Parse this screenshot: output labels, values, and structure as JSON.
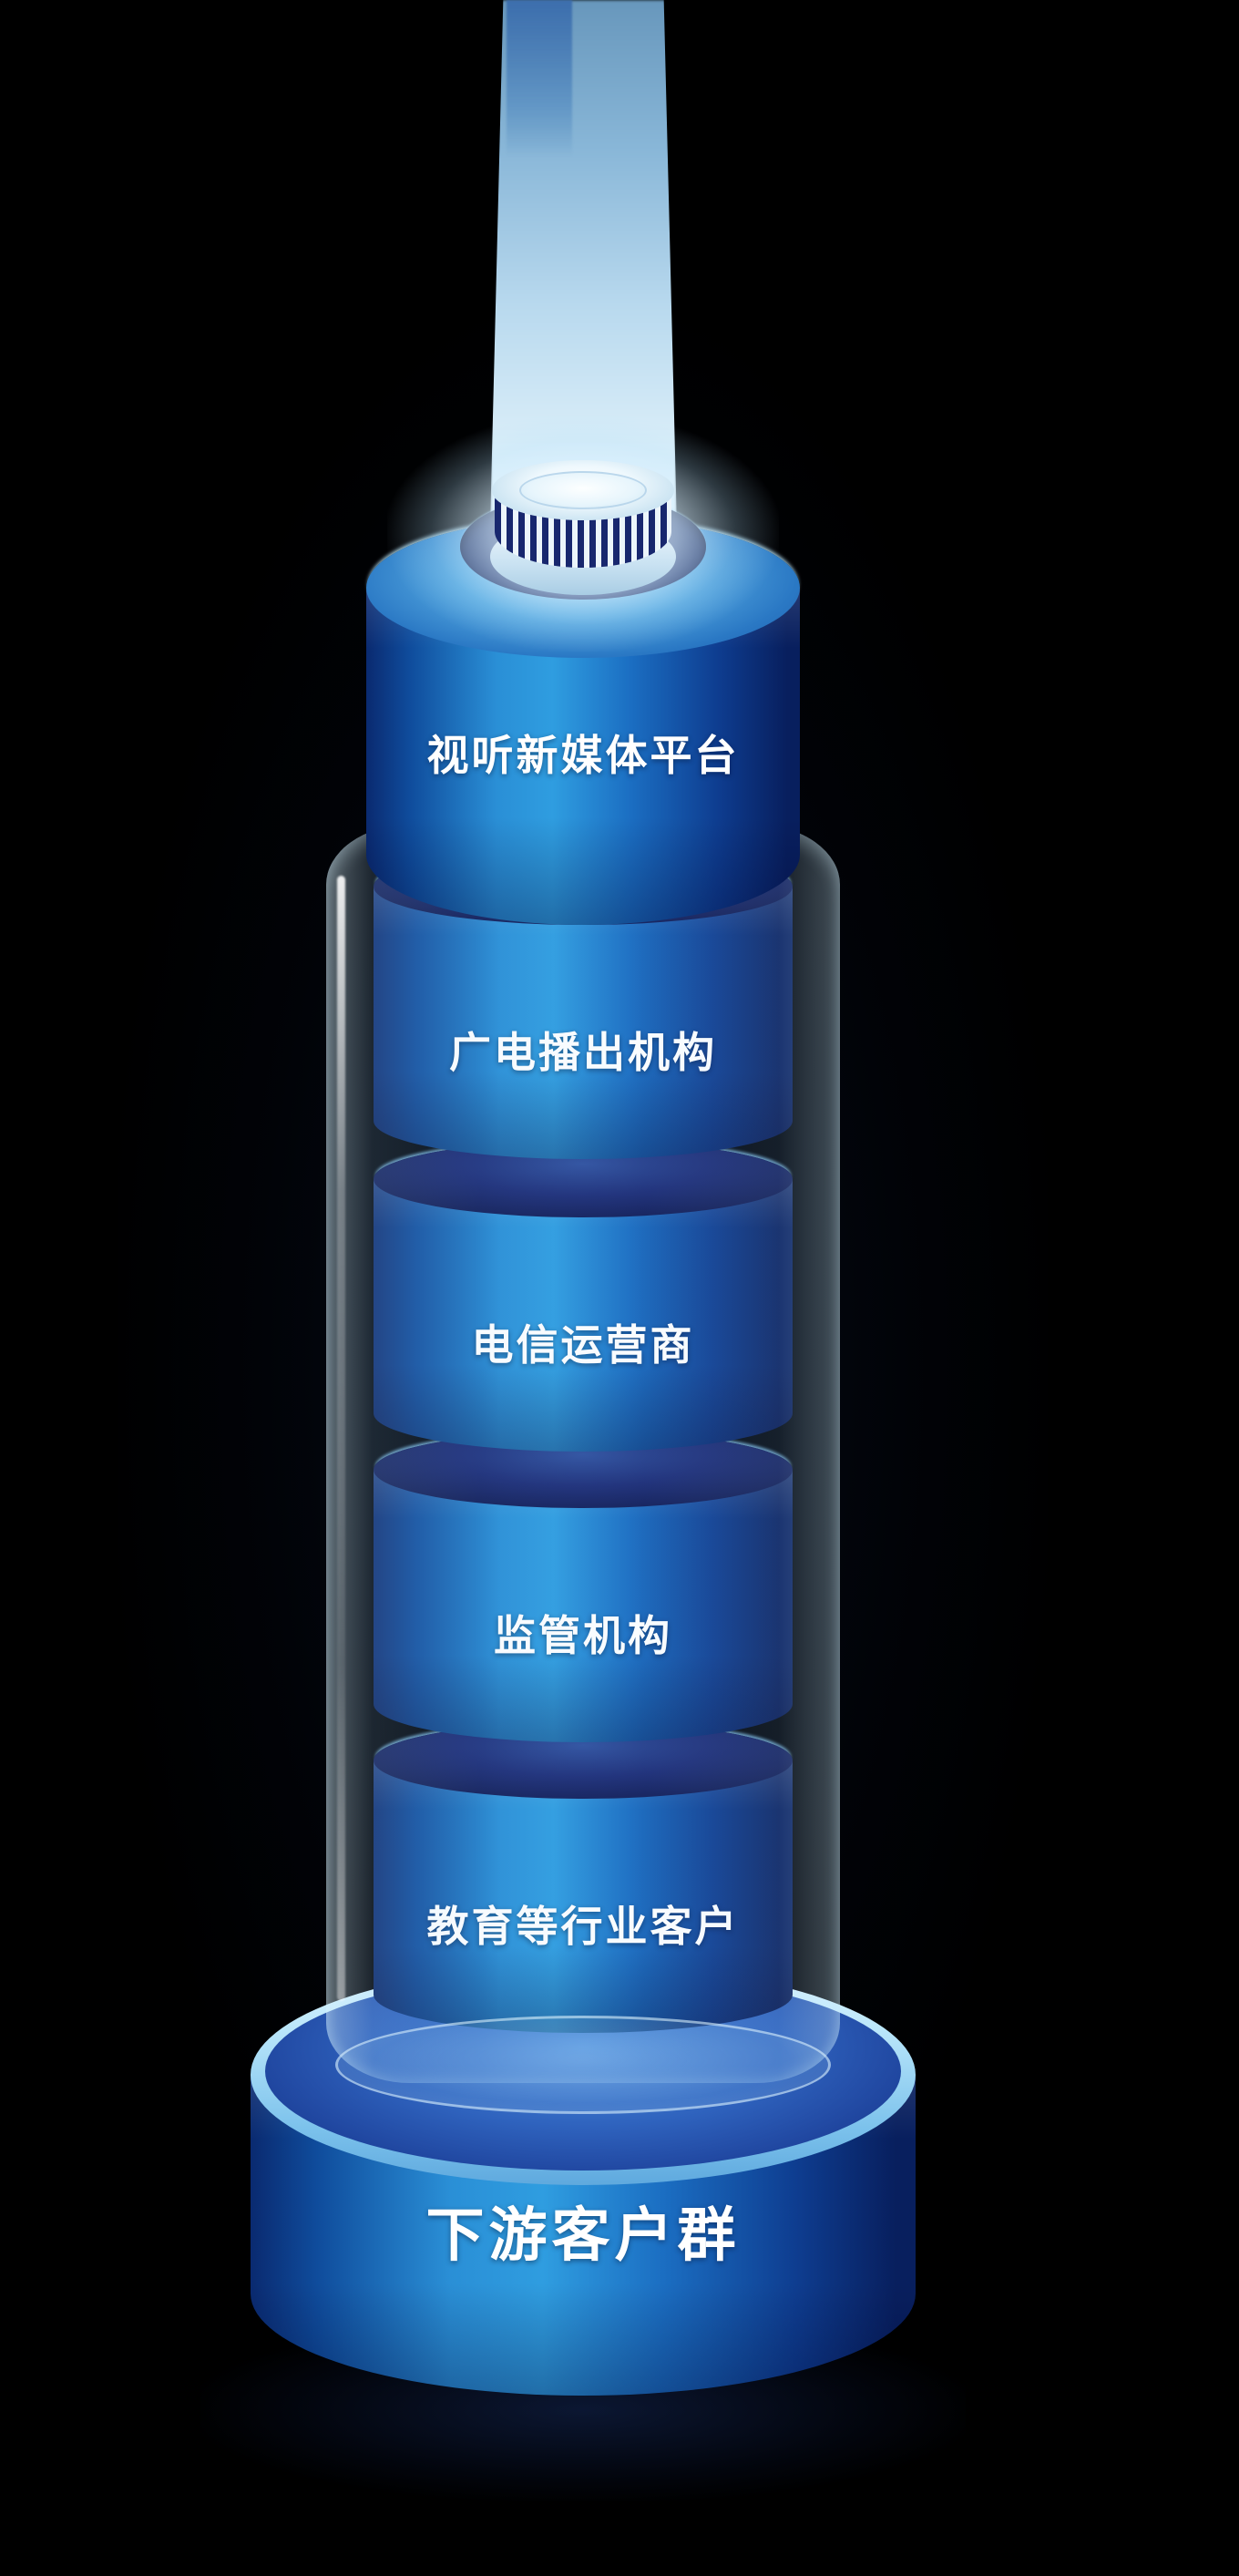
{
  "diagram": {
    "type": "stacked-cylinder-tower",
    "background_color": "#000000",
    "colors": {
      "cylinder_bright": "#2f9de0",
      "cylinder_dark": "#0a2a70",
      "top_face_dark": "#1d2d77",
      "beam_light": "#eefaff",
      "glass_tint": "rgba(160,210,245,0.15)",
      "base_rim": "#b9e6fa",
      "label_text": "#ffffff"
    },
    "layers": [
      {
        "label": "视听新媒体平台"
      },
      {
        "label": "广电播出机构"
      },
      {
        "label": "电信运营商"
      },
      {
        "label": "监管机构"
      },
      {
        "label": "教育等行业客户"
      }
    ],
    "base": {
      "label": "下游客户群"
    }
  }
}
